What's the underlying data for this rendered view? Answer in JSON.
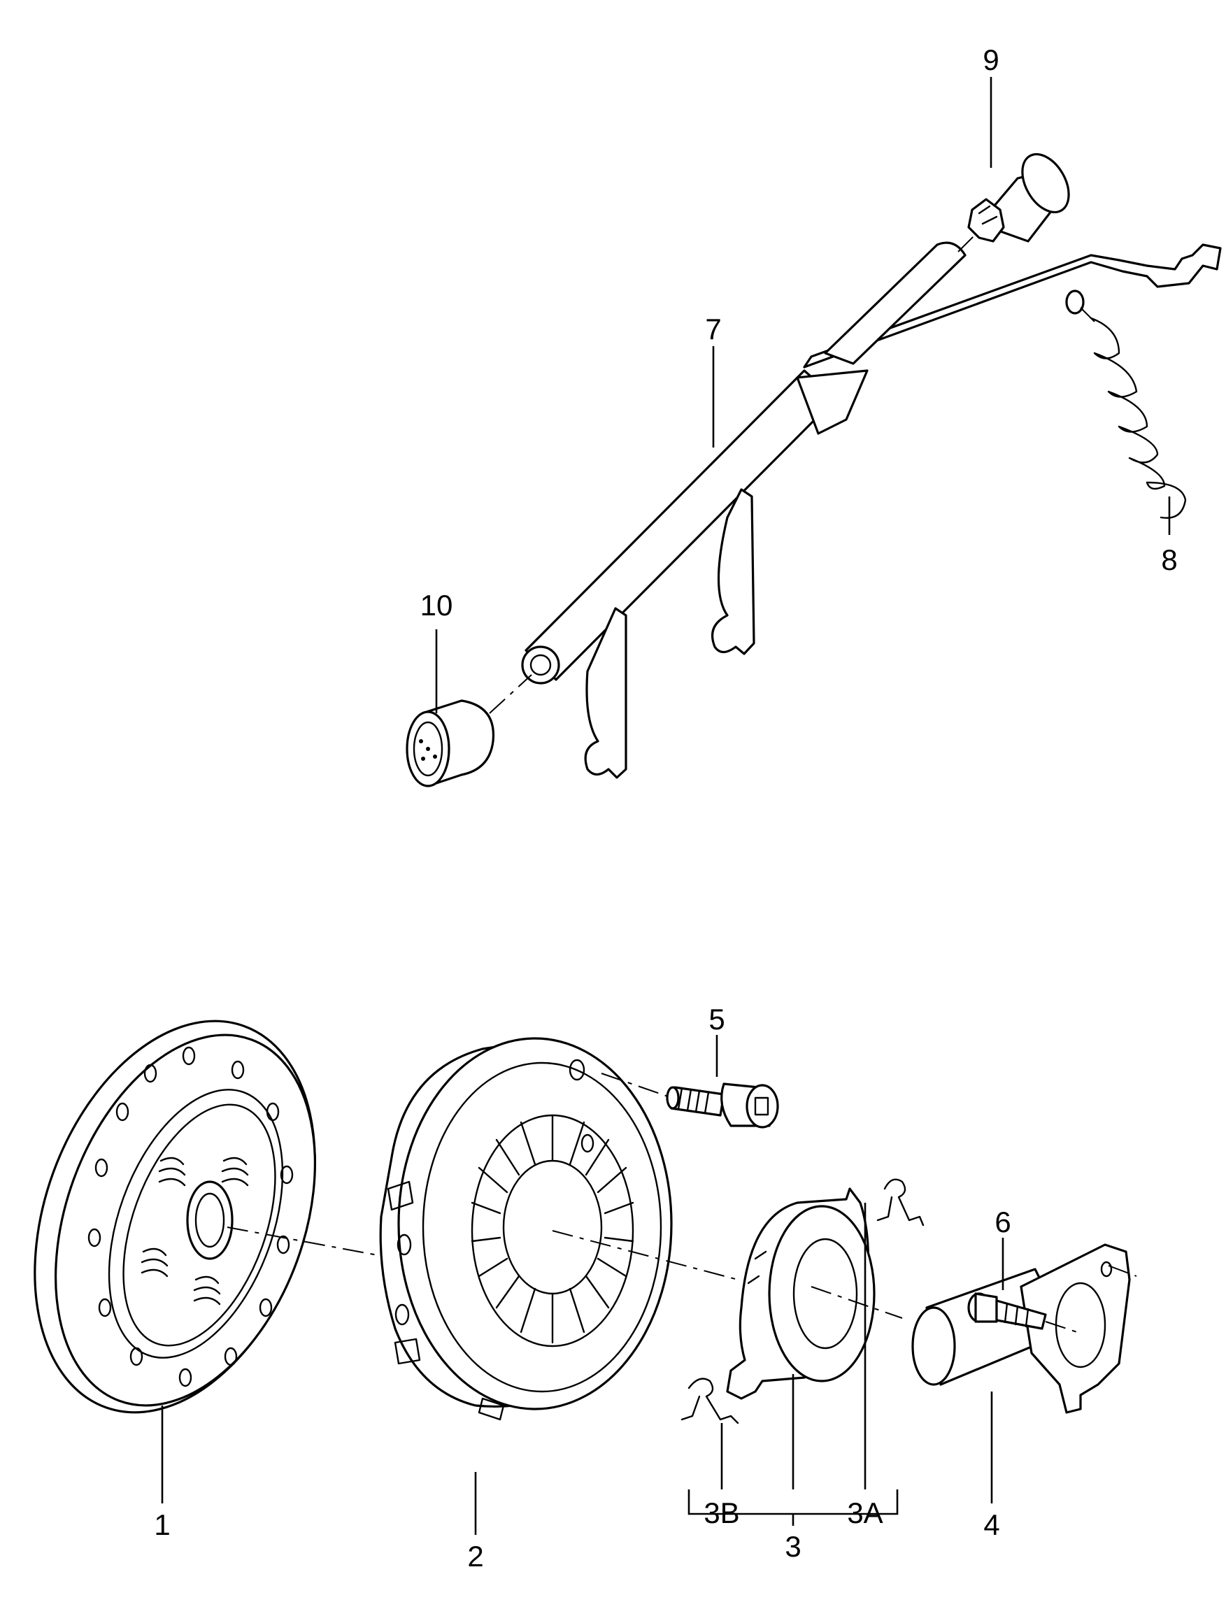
{
  "callouts": {
    "c1": "1",
    "c2": "2",
    "c3": "3",
    "c3a": "3A",
    "c3b": "3B",
    "c4": "4",
    "c5": "5",
    "c6": "6",
    "c7": "7",
    "c8": "8",
    "c9": "9",
    "c10": "10"
  },
  "colors": {
    "line": "#000000",
    "background": "#ffffff"
  }
}
